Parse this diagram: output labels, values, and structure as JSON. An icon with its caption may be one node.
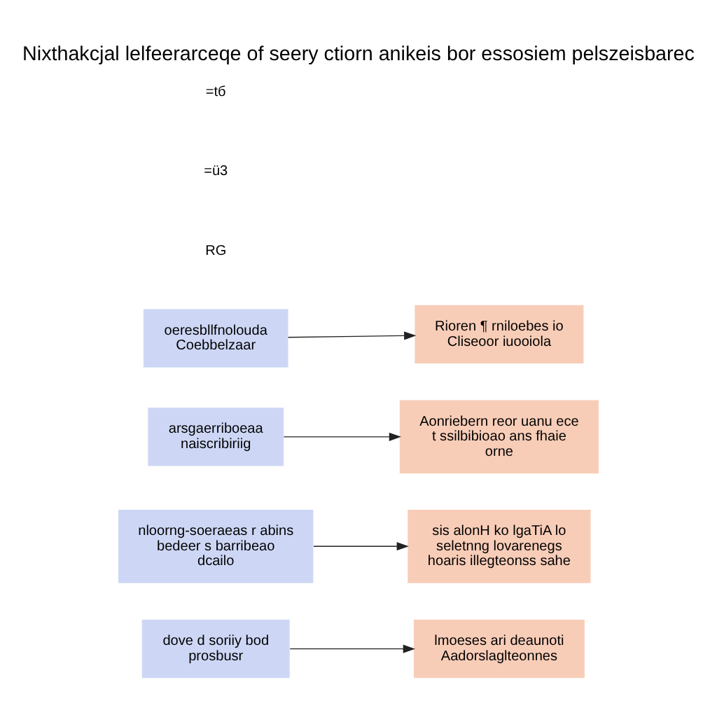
{
  "diagram": {
    "title": "Nixthakcjal lelfeerarceqe of seery ctiorn anikeis bor essosiem pelszeisbarec",
    "nodes": [
      {
        "text": [
          "oeresbllfnolouda Coebbelzaar"
        ]
      },
      {
        "text": [
          "arsgaerriboeaa naiscribiriig"
        ]
      },
      {
        "text": [
          "nloorng-soeraeas r abins bedeer s barribeao dcailo"
        ]
      },
      {
        "text": [
          "dove d soriiy bod prosbusr"
        ]
      },
      {
        "text": [
          "Rioren ¶ rniloebes io Cliseoor iuooiola"
        ]
      },
      {
        "text": [
          "Aonriebern reor uanu ece t ssilbibioao ans fhaie orne"
        ]
      },
      {
        "text": [
          "sis alonH ko lgaTiA lo seletnng lovarenegs hoaris illegteonss sahe"
        ]
      },
      {
        "text": [
          "lmoeses ari deaunoti Aadorslaglteonnes"
        ]
      }
    ],
    "edges": [
      {
        "from": 0,
        "to": 4,
        "arrow": "to"
      },
      {
        "from": 1,
        "to": 5,
        "arrow": "to"
      },
      {
        "from": 2,
        "to": 6,
        "arrow": "to"
      },
      {
        "from": 3,
        "to": 7,
        "arrow": "to"
      }
    ],
    "labels": [
      "RG",
      "=ü3",
      "=tб"
    ]
  }
}
